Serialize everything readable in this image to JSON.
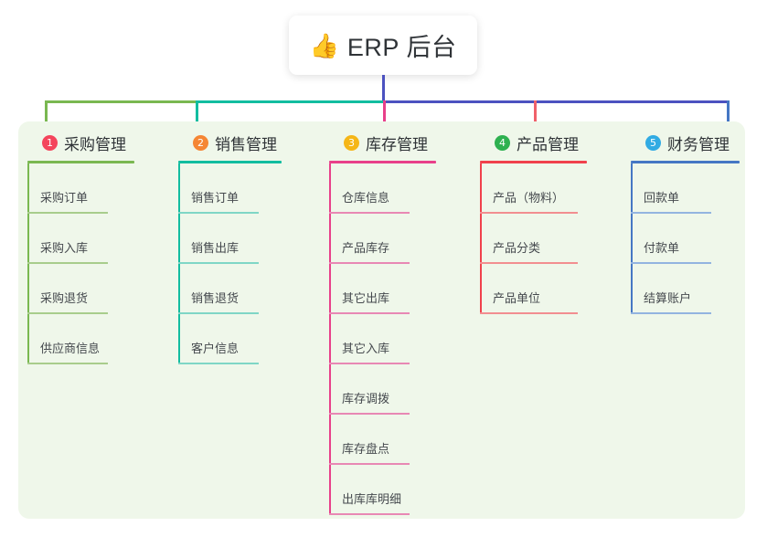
{
  "root": {
    "icon": "thumbs-up-icon",
    "icon_glyph": "👍",
    "title": "ERP 后台"
  },
  "panel": {
    "background_color": "#eff7ea"
  },
  "connectors": {
    "stem_color": "#4c52c0",
    "bar_segments": [
      {
        "color": "#7ab851"
      },
      {
        "color": "#12bda0"
      },
      {
        "color": "#4c52c0"
      }
    ],
    "drops": [
      "#7ab851",
      "#12bda0",
      "#e8408a",
      "#f0616a",
      "#4577c4"
    ]
  },
  "columns": [
    {
      "index": "1",
      "title": "采购管理",
      "badge_color": "#f4455c",
      "accent_color": "#7ab851",
      "leaf_rule_color": "#a8cd8c",
      "items": [
        "采购订单",
        "采购入库",
        "采购退货",
        "供应商信息"
      ]
    },
    {
      "index": "2",
      "title": "销售管理",
      "badge_color": "#f58634",
      "accent_color": "#12bda0",
      "leaf_rule_color": "#7fd6c6",
      "items": [
        "销售订单",
        "销售出库",
        "销售退货",
        "客户信息"
      ]
    },
    {
      "index": "3",
      "title": "库存管理",
      "badge_color": "#f5b617",
      "accent_color": "#e8408a",
      "leaf_rule_color": "#e888b4",
      "items": [
        "仓库信息",
        "产品库存",
        "其它出库",
        "其它入库",
        "库存调拨",
        "库存盘点",
        "出库库明细"
      ]
    },
    {
      "index": "4",
      "title": "产品管理",
      "badge_color": "#2eb150",
      "accent_color": "#f0414c",
      "leaf_rule_color": "#f28e90",
      "items": [
        "产品（物料）",
        "产品分类",
        "产品单位"
      ]
    },
    {
      "index": "5",
      "title": "财务管理",
      "badge_color": "#31abe3",
      "accent_color": "#4577c4",
      "leaf_rule_color": "#93b4e0",
      "items": [
        "回款单",
        "付款单",
        "结算账户"
      ]
    }
  ]
}
